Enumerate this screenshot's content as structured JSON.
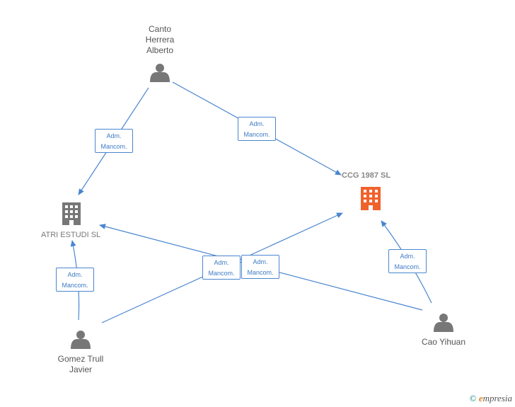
{
  "nodes": {
    "canto": {
      "lines": [
        "Canto",
        "Herrera",
        "Alberto"
      ],
      "icon": "person-icon"
    },
    "gomez": {
      "lines": [
        "Gomez Trull",
        "Javier"
      ],
      "icon": "person-icon"
    },
    "cao": {
      "lines": [
        "Cao Yihuan"
      ],
      "icon": "person-icon"
    },
    "ccg": {
      "label": "CCG 1987  SL",
      "icon": "building-icon",
      "color": "#f0622c"
    },
    "atri": {
      "label": "ATRI ESTUDI  SL",
      "icon": "building-icon",
      "color": "#777777"
    }
  },
  "edges": [
    {
      "id": "canto-atri",
      "line1": "Adm.",
      "line2": "Mancom."
    },
    {
      "id": "canto-ccg",
      "line1": "Adm.",
      "line2": "Mancom."
    },
    {
      "id": "gomez-atri",
      "line1": "Adm.",
      "line2": "Mancom."
    },
    {
      "id": "gomez-ccg",
      "line1": "Adm.",
      "line2": "Mancom."
    },
    {
      "id": "cao-atri",
      "line1": "Adm.",
      "line2": "Mancom."
    },
    {
      "id": "cao-ccg",
      "line1": "Adm.",
      "line2": "Mancom."
    }
  ],
  "colors": {
    "edge": "#4a86d0",
    "person": "#777777"
  },
  "footer": {
    "copyright": "©",
    "brand_e": "e",
    "brand_rest": "mpresia"
  }
}
